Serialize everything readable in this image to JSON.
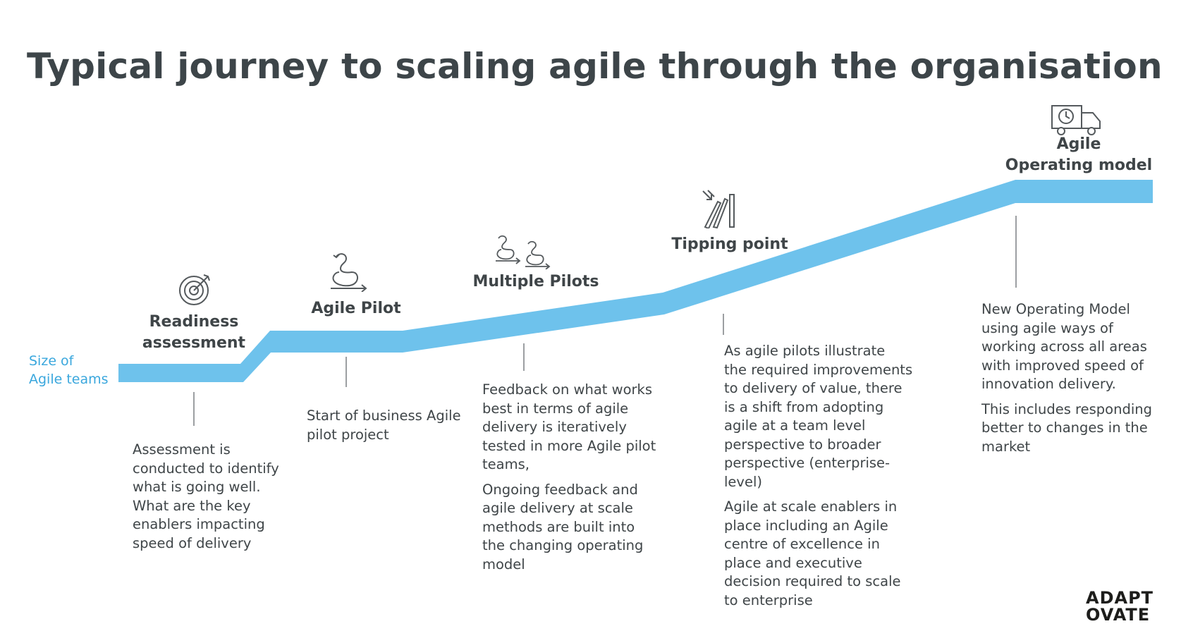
{
  "title": "Typical journey to scaling agile through the organisation",
  "axis_label": {
    "line1": "Size of",
    "line2": "Agile teams"
  },
  "colors": {
    "band": "#6ec2ec",
    "axis_text": "#3aa7dd",
    "text": "#3f4548",
    "connector": "#7a7f82",
    "icon": "#555a5d"
  },
  "stages": [
    {
      "label_lines": [
        "Readiness",
        "assessment"
      ],
      "icon": "target-icon",
      "description": [
        "Assessment is\nconducted to identify\nwhat is going well.\nWhat are the key\nenablers impacting\nspeed of delivery"
      ]
    },
    {
      "label_lines": [
        "Agile Pilot"
      ],
      "icon": "iterate-cycle-icon",
      "description": [
        "Start of business Agile\npilot project"
      ]
    },
    {
      "label_lines": [
        "Multiple Pilots"
      ],
      "icon": "multiple-cycles-icon",
      "description": [
        "Feedback on what works\nbest in terms of agile\ndelivery is iteratively\ntested in more Agile pilot\nteams,",
        "Ongoing feedback and\nagile delivery at scale\nmethods are built into\nthe changing  operating\nmodel"
      ]
    },
    {
      "label_lines": [
        "Tipping point"
      ],
      "icon": "domino-icon",
      "description": [
        "As agile pilots illustrate\nthe required improvements\nto delivery of value, there\nis a shift from adopting\nagile at a team level\nperspective to broader\nperspective (enterprise-\nlevel)",
        "Agile at scale enablers in\nplace including an Agile\ncentre of excellence in\nplace and executive\ndecision required to scale\nto enterprise"
      ]
    },
    {
      "label_lines": [
        "Agile",
        "Operating model"
      ],
      "icon": "delivery-truck-icon",
      "description": [
        "New Operating Model\nusing agile ways of\nworking across all areas\nwith improved speed of\ninnovation delivery.",
        "This includes responding\nbetter to changes in the\nmarket"
      ]
    }
  ],
  "logo": {
    "line1": "ADAPT",
    "line2": "OVATE"
  }
}
